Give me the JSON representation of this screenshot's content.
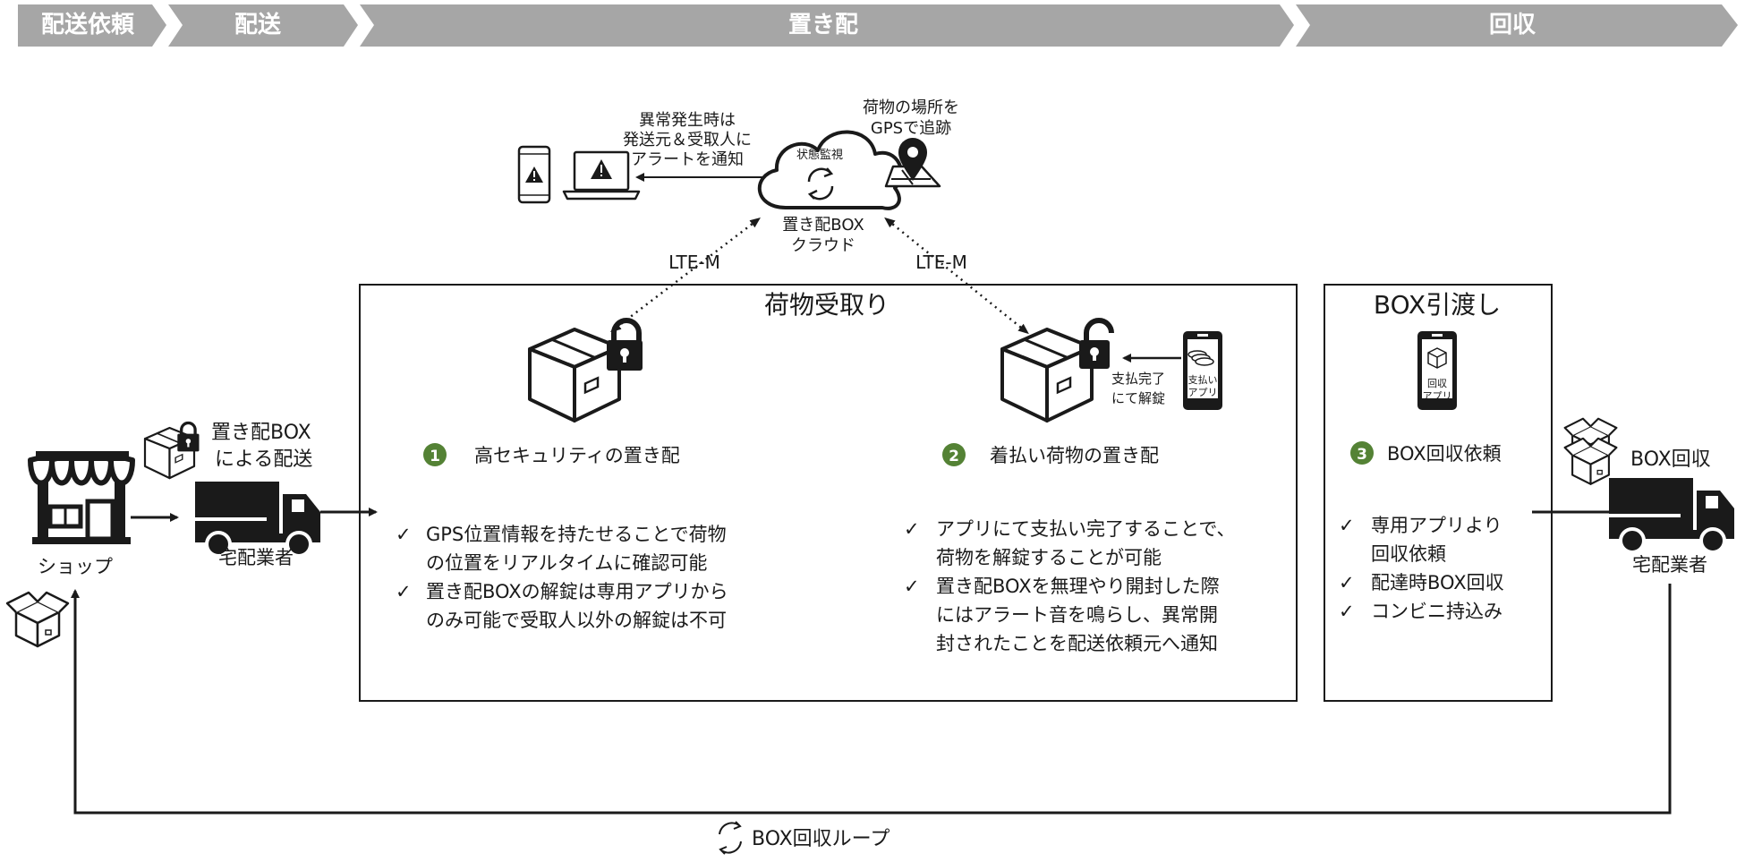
{
  "colors": {
    "phase_gray": "#a6a6a6",
    "accent_green": "#548235",
    "ink": "#1a1a1a"
  },
  "phases": [
    {
      "label": "配送依頼"
    },
    {
      "label": "配送"
    },
    {
      "label": "置き配"
    },
    {
      "label": "回収"
    }
  ],
  "shop": {
    "label": "ショップ"
  },
  "delivery_left": {
    "box_caption_line1": "置き配BOX",
    "box_caption_line2": "による配送",
    "truck_label": "宅配業者"
  },
  "cloud": {
    "center_label": "状態監視",
    "caption_line1": "置き配BOX",
    "caption_line2": "クラウド",
    "alert_line1": "異常発生時は",
    "alert_line2": "発送元＆受取人に",
    "alert_line3": "アラートを通知",
    "gps_line1": "荷物の場所を",
    "gps_line2": "GPSで追跡",
    "link_left": "LTE-M",
    "link_right": "LTE-M"
  },
  "receive_panel": {
    "title": "荷物受取り",
    "feature1": {
      "number": "1",
      "title": "高セキュリティの置き配",
      "bullets": [
        {
          "line1": "GPS位置情報を持たせることで荷物",
          "line2": "の位置をリアルタイムに確認可能"
        },
        {
          "line1": "置き配BOXの解錠は専用アプリから",
          "line2": "のみ可能で受取人以外の解錠は不可"
        }
      ]
    },
    "feature2": {
      "number": "2",
      "title": "着払い荷物の置き配",
      "unlock_line1": "支払完了",
      "unlock_line2": "にて解錠",
      "phone_app_line1": "支払い",
      "phone_app_line2": "アプリ",
      "bullets": [
        {
          "line1": "アプリにて支払い完了することで、",
          "line2": "荷物を解錠することが可能"
        },
        {
          "line1": "置き配BOXを無理やり開封した際",
          "line2": "にはアラート音を鳴らし、異常開",
          "line3": "封されたことを配送依頼元へ通知"
        }
      ]
    }
  },
  "handover_panel": {
    "title": "BOX引渡し",
    "phone_app_line1": "回収",
    "phone_app_line2": "アプリ",
    "feature3": {
      "number": "3",
      "title": "BOX回収依頼",
      "bullets": [
        {
          "line1": "専用アプリより",
          "line2": "回収依頼"
        },
        {
          "line1": "配達時BOX回収"
        },
        {
          "line1": "コンビニ持込み"
        }
      ]
    }
  },
  "delivery_right": {
    "box_caption": "BOX回収",
    "truck_label": "宅配業者"
  },
  "loop": {
    "label": "BOX回収ループ"
  },
  "check_mark": "✓"
}
